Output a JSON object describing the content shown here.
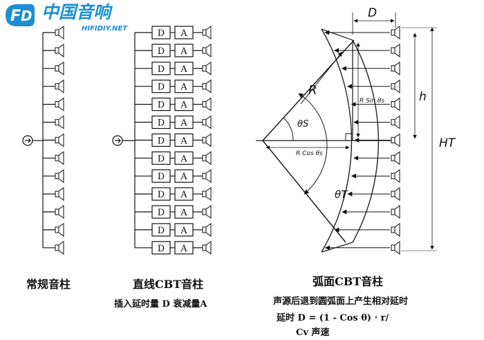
{
  "logo": {
    "name": "中国音响",
    "site": "HIFIDIY.NET",
    "brand_color": "#1b8fd2"
  },
  "boxes": {
    "delay": "D",
    "atten": "A"
  },
  "labels": {
    "D": "D",
    "R": "R",
    "theta_s": "θS",
    "theta_t": "θT",
    "r_sin": "R Sin θs",
    "r_cos": "R Cos θs",
    "h": "h",
    "ht": "HT"
  },
  "captions": {
    "left": "常规音柱",
    "middle": "直线CBT音柱",
    "middle_sub": "插入延时量 D 衰减量A",
    "right": "弧面CBT音柱",
    "right_sub1": "声源后退到圆弧面上产生相对延时",
    "right_sub2": "延时 D = (1 - Cos θ) · r/",
    "right_sub3": "Cv 声速"
  }
}
